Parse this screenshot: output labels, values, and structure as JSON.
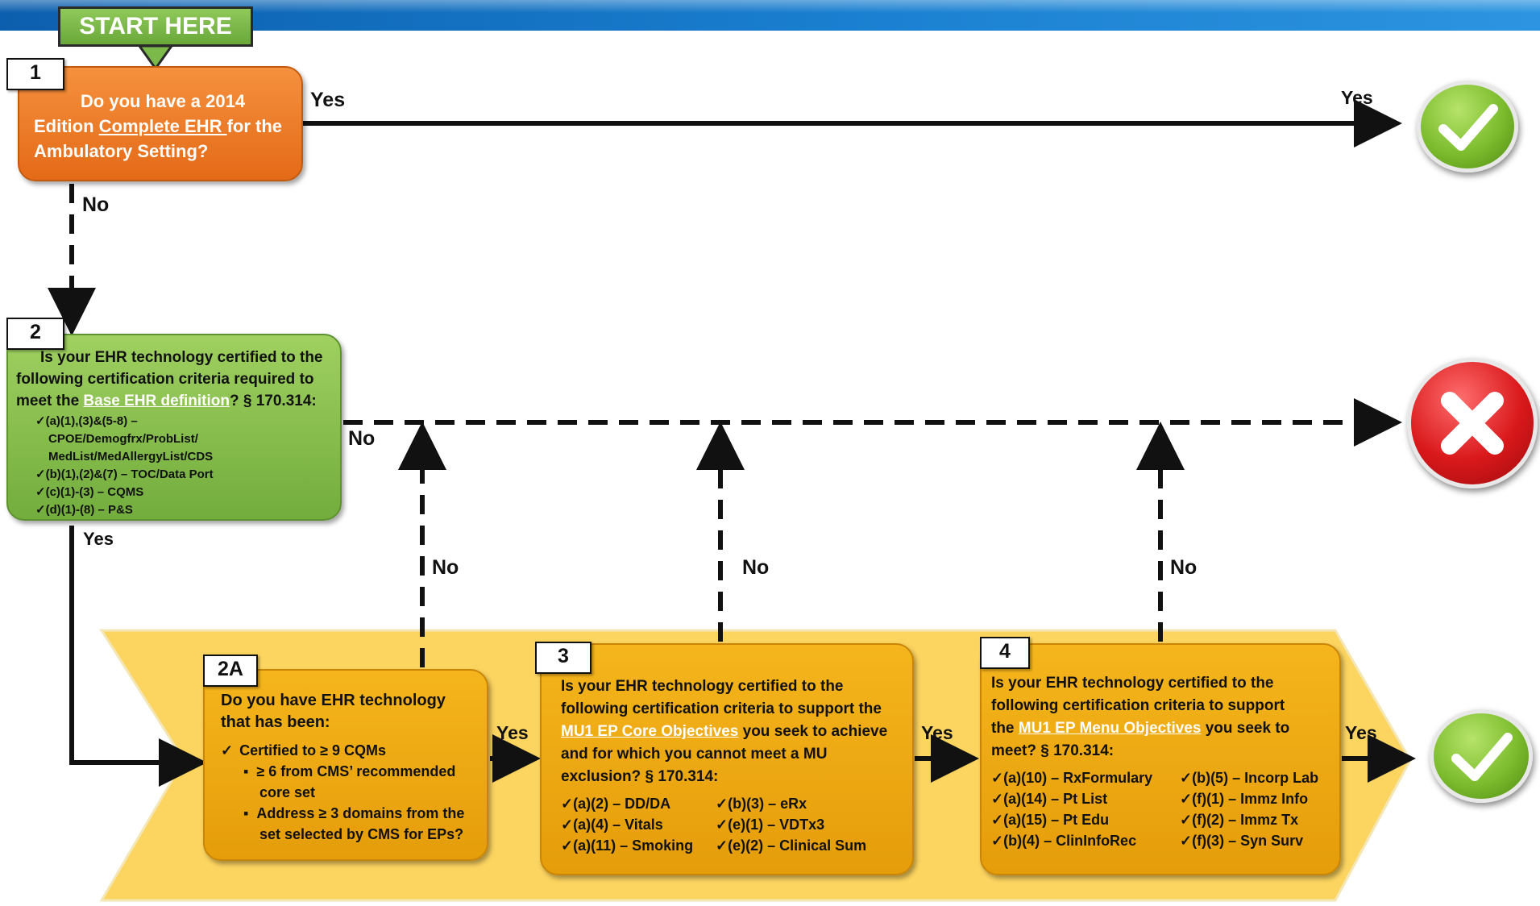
{
  "start_label": "START HERE",
  "edge_labels": {
    "q1_yes_left": "Yes",
    "q1_yes_right": "Yes",
    "q1_no": "No",
    "q2_no": "No",
    "q2_yes": "Yes",
    "q2a_no": "No",
    "q3_no": "No",
    "q4_no": "No",
    "q2a_yes": "Yes",
    "q3_yes": "Yes",
    "q4_yes": "Yes"
  },
  "q1": {
    "number": "1",
    "line1": "Do you have a 2014",
    "line2_pre": "Edition ",
    "line2_link": "Complete EHR ",
    "line2_post": "for the",
    "line3": "Ambulatory Setting?"
  },
  "q2": {
    "number": "2",
    "line1": "Is your EHR technology certified to the",
    "line2": "following certification criteria required to",
    "line3_pre": "meet the ",
    "line3_link": "Base EHR definition",
    "line3_post": "?  § 170.314:",
    "criteria": [
      "✓(a)(1),(3)&(5-8) –",
      "CPOE/Demogfrx/ProbList/",
      "MedList/MedAllergyList/CDS",
      "✓(b)(1),(2)&(7)  – TOC/Data Port",
      "✓(c)(1)-(3)  – CQMS",
      "✓(d)(1)-(8)  – P&S"
    ]
  },
  "q2a": {
    "number": "2A",
    "line1": "Do you have EHR technology",
    "line2": "that has been:",
    "check_item": "Certified to ≥ 9 CQMs",
    "bullet1_l1": "≥ 6 from CMS’ recommended",
    "bullet1_l2": "core set",
    "bullet2_l1": "Address ≥ 3 domains from the",
    "bullet2_l2": "set selected by CMS for EPs?"
  },
  "q3": {
    "number": "3",
    "line1": "Is your EHR technology certified to the",
    "line2": "following certification criteria to support the",
    "line3_link": "MU1 EP Core Objectives",
    "line3_post": " you seek to achieve",
    "line4": "and for which you cannot meet a MU",
    "line5": "exclusion?  § 170.314:",
    "col1": [
      "✓(a)(2) – DD/DA",
      "✓(a)(4) – Vitals",
      "✓(a)(11) – Smoking"
    ],
    "col2": [
      "✓(b)(3) – eRx",
      "✓(e)(1) – VDTx3",
      "✓(e)(2) – Clinical Sum"
    ]
  },
  "q4": {
    "number": "4",
    "line1": "Is your EHR technology certified to the",
    "line2": "following certification criteria to support",
    "line3_pre": "the ",
    "line3_link": "MU1 EP Menu Objectives",
    "line3_post": " you seek to",
    "line4": "meet?  § 170.314:",
    "col1": [
      "✓(a)(10) – RxFormulary",
      "✓(a)(14) – Pt List",
      "✓(a)(15) – Pt Edu",
      "✓(b)(4) – ClinInfoRec"
    ],
    "col2": [
      "✓(b)(5) – Incorp Lab",
      "✓(f)(1) – Immz Info",
      "✓(f)(2) – Immz Tx",
      "✓(f)(3) – Syn Surv"
    ]
  },
  "colors": {
    "orange": "#e8741f",
    "green": "#7fb847",
    "yellow_box": "#f0aa12",
    "chevron": "#fbd25a",
    "check": "#7cbc2d",
    "cross": "#d9181b",
    "header_blue": "#1570c4"
  },
  "icons": [
    "check-badge-icon",
    "cross-badge-icon",
    "check-badge-icon"
  ]
}
